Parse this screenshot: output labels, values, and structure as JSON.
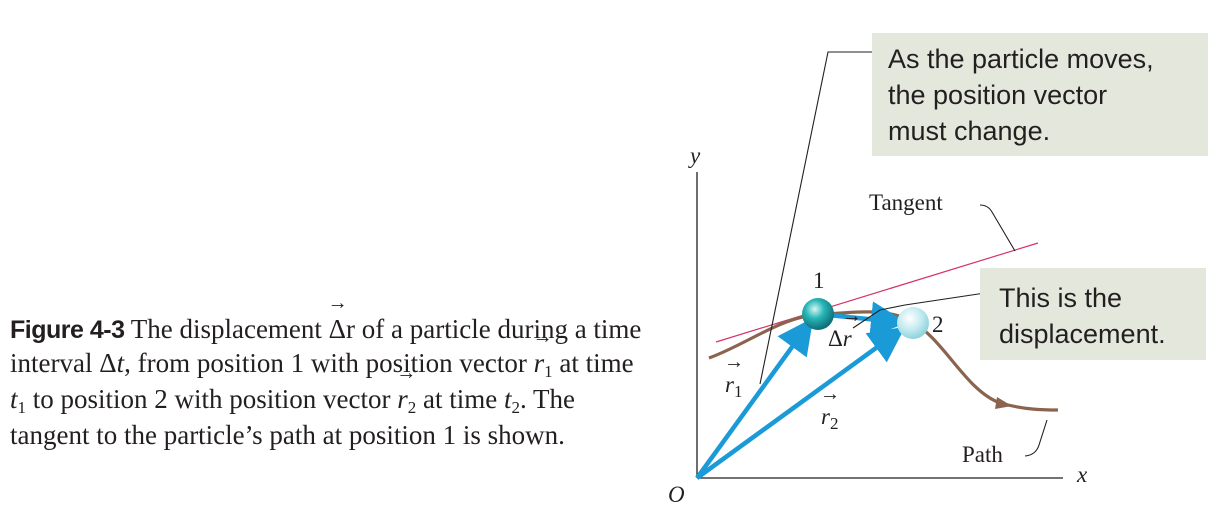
{
  "caption": {
    "figure_label": "Figure 4-3",
    "text_1": " The displacement ",
    "delta_r": "Δr",
    "text_2": " of a particle during a time interval Δ",
    "t": "t",
    "text_3": ", from position 1 with position vector ",
    "r": "r",
    "sub1": "1",
    "text_4": " at time ",
    "text_5": " to position 2 with position vector ",
    "sub2": "2",
    "text_6": ". The tangent to the particle’s path at position 1 is shown."
  },
  "callouts": {
    "moves": [
      "As the particle moves,",
      "the position vector",
      "must change."
    ],
    "displacement": [
      "This is the",
      "displacement."
    ]
  },
  "labels": {
    "y_axis": "y",
    "x_axis": "x",
    "origin": "O",
    "tangent": "Tangent",
    "path": "Path",
    "position_1": "1",
    "position_2": "2",
    "r1": "r",
    "r1_sub": "1",
    "r2": "r",
    "r2_sub": "2",
    "delta": "Δ",
    "delta_r": "r"
  },
  "colors": {
    "vector": "#1a9ad6",
    "path": "#8b6450",
    "tangent": "#d6336c",
    "callout_bg": "#e4e8dc",
    "axis": "#231f20"
  }
}
